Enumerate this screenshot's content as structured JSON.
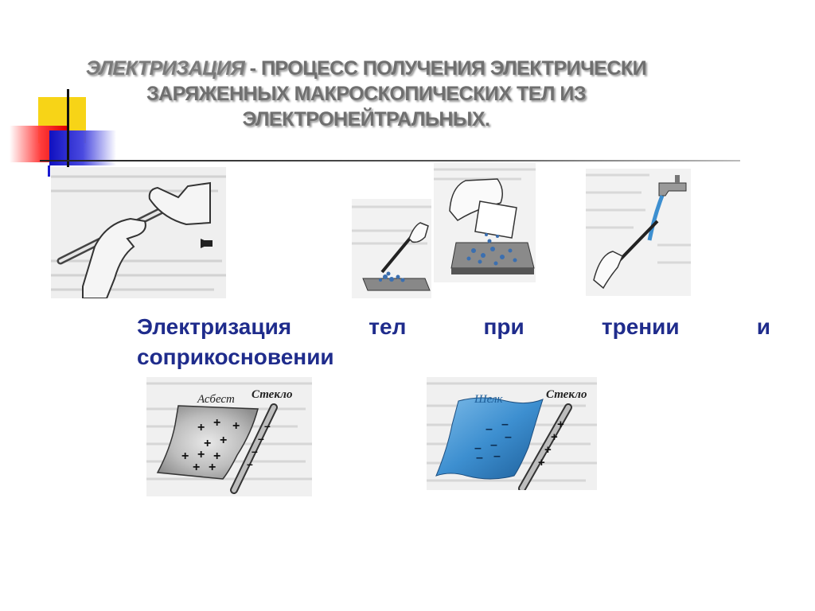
{
  "title": {
    "keyword": "ЭЛЕКТРИЗАЦИЯ",
    "dash": " - ",
    "line1_rest": "ПРОЦЕСС ПОЛУЧЕНИЯ ЭЛЕКТРИЧЕСКИ",
    "line2": "ЗАРЯЖЕННЫХ МАКРОСКОПИЧЕСКИХ ТЕЛ  ИЗ",
    "line3": "ЭЛЕКТРОНЕЙТРАЛЬНЫХ."
  },
  "caption": {
    "words_row1": [
      "Электризация",
      "тел",
      "при",
      "трении",
      "и"
    ],
    "row2": "соприкосновении"
  },
  "figures": {
    "asbestos_label": "Асбест",
    "glass_label_1": "Стекло",
    "silk_label": "Шелк",
    "glass_label_2": "Стекло",
    "plus_sign": "+",
    "minus_sign": "–"
  },
  "colors": {
    "title_gray": "#6f6f6f",
    "caption_blue": "#1f2c8c",
    "accent_yellow": "#f7d417",
    "accent_red": "#e00000",
    "accent_blue": "#1010c0",
    "silk_blue": "#3d8fd0"
  }
}
